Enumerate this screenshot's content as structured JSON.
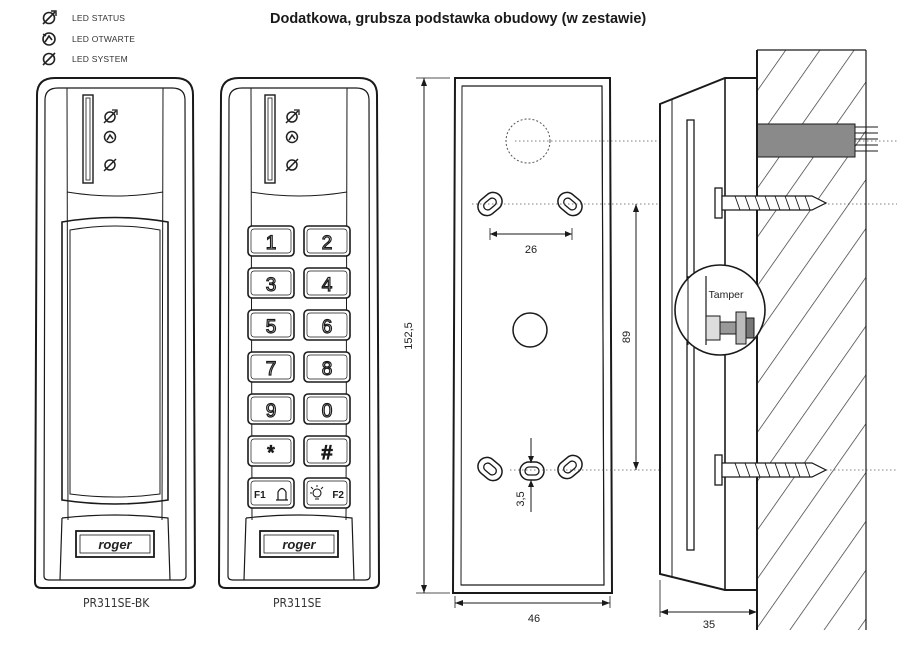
{
  "title": "Dodatkowa, grubsza podstawka obudowy (w zestawie)",
  "legend": [
    {
      "icon": "led-status-icon",
      "label": "LED STATUS"
    },
    {
      "icon": "led-open-icon",
      "label": "LED OTWARTE"
    },
    {
      "icon": "led-system-icon",
      "label": "LED SYSTEM"
    }
  ],
  "readers": [
    {
      "model": "PR311SE-BK",
      "brand": "roger"
    },
    {
      "model": "PR311SE",
      "brand": "roger"
    }
  ],
  "keypad": {
    "keys": [
      "1",
      "2",
      "3",
      "4",
      "5",
      "6",
      "7",
      "8",
      "9",
      "0",
      "*",
      "#",
      "F1",
      "F2"
    ]
  },
  "dimensions": {
    "height": "152,5",
    "width": "46",
    "hole_spacing": "26",
    "vertical_spacing": "89",
    "offset": "3,5",
    "depth": "35"
  },
  "side_view": {
    "tamper_label": "Tamper"
  },
  "colors": {
    "line": "#1a1a1a",
    "dotted": "#555555",
    "hatch": "#333333",
    "cable": "#8a8a8a"
  }
}
